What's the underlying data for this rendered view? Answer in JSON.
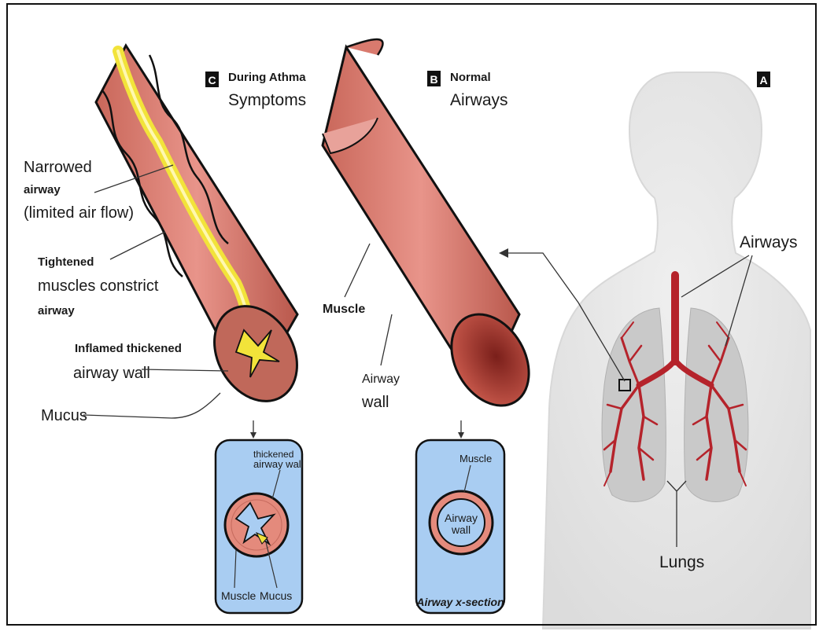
{
  "panels": {
    "c": {
      "letter": "C",
      "title_line1": "During Athma",
      "title_line2": "Symptoms"
    },
    "b": {
      "letter": "B",
      "title_line1": "Normal",
      "title_line2": "Airways"
    },
    "a": {
      "letter": "A"
    }
  },
  "labels": {
    "narrowed_1": "Narrowed",
    "narrowed_2": "airway",
    "narrowed_3": "(limited air flow)",
    "tightened_1": "Tightened",
    "tightened_2": "muscles constrict",
    "tightened_3": "airway",
    "inflamed_1": "Inflamed thickened",
    "inflamed_2": "airway wall",
    "mucus": "Mucus",
    "muscle": "Muscle",
    "airway_wall_1": "Airway",
    "airway_wall_2": "wall",
    "airways": "Airways",
    "lungs": "Lungs"
  },
  "xsection_asthma": {
    "thickened_1": "thickened",
    "thickened_2": "airway wall",
    "muscle": "Muscle",
    "mucus": "Mucus"
  },
  "xsection_normal": {
    "muscle": "Muscle",
    "airway_1": "Airway",
    "airway_2": "wall",
    "caption": "Airway x-section"
  },
  "colors": {
    "tissue": "#e48a7c",
    "tissue_dark": "#b8574c",
    "mucus": "#f2e33a",
    "lung": "#c9c9c9",
    "airway_tree": "#b5232b",
    "xsection_bg": "#a9cdf2",
    "body": "#e3e3e3"
  }
}
